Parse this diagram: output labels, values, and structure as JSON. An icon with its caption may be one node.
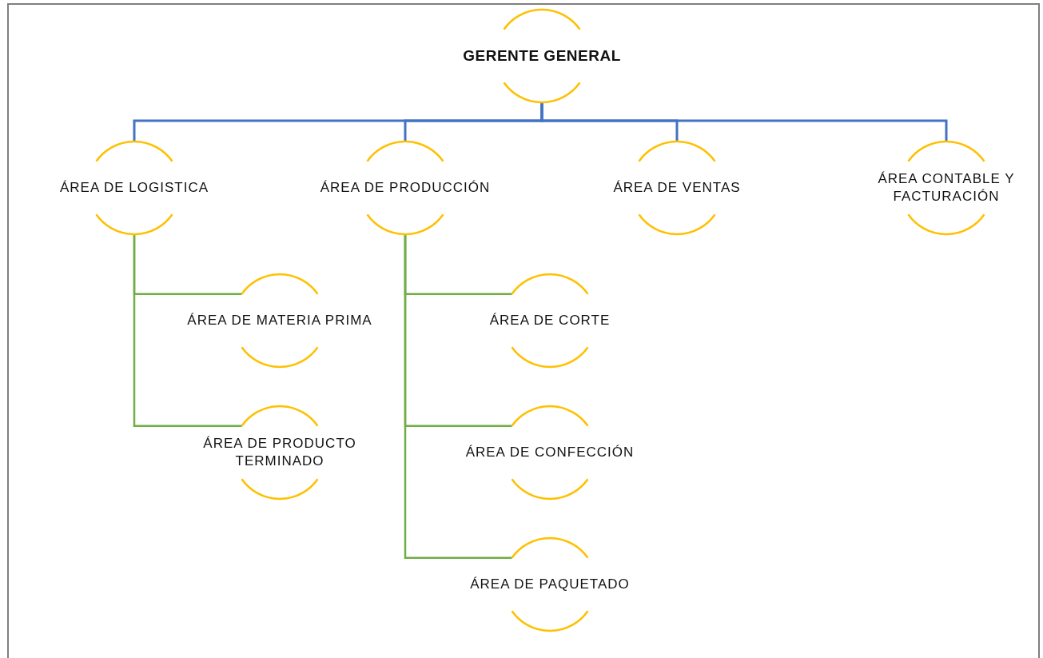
{
  "diagram": {
    "nodes": [
      {
        "text": [
          "GERENTE GENERAL"
        ]
      },
      {
        "text": [
          "ÁREA DE LOGISTICA"
        ]
      },
      {
        "text": [
          "ÁREA DE PRODUCCIÓN"
        ]
      },
      {
        "text": [
          "ÁREA DE VENTAS"
        ]
      },
      {
        "text": [
          "ÁREA CONTABLE Y FACTURACIÓN"
        ]
      },
      {
        "text": [
          "ÁREA DE MATERIA PRIMA"
        ]
      },
      {
        "text": [
          "ÁREA DE PRODUCTO TERMINADO"
        ]
      },
      {
        "text": [
          "ÁREA DE CORTE"
        ]
      },
      {
        "text": [
          "ÁREA DE CONFECCIÓN"
        ]
      },
      {
        "text": [
          "ÁREA DE PAQUETADO"
        ]
      }
    ],
    "edges": [
      {
        "from": 0,
        "to": 1,
        "arrow": "none",
        "color": "#4472c4"
      },
      {
        "from": 0,
        "to": 2,
        "arrow": "none",
        "color": "#4472c4"
      },
      {
        "from": 0,
        "to": 3,
        "arrow": "none",
        "color": "#4472c4"
      },
      {
        "from": 0,
        "to": 4,
        "arrow": "none",
        "color": "#4472c4"
      },
      {
        "from": 1,
        "to": 5,
        "arrow": "none"
      },
      {
        "from": 1,
        "to": 6,
        "arrow": "none"
      },
      {
        "from": 2,
        "to": 7,
        "arrow": "none"
      },
      {
        "from": 2,
        "to": 8,
        "arrow": "none"
      },
      {
        "from": 2,
        "to": 9,
        "arrow": "none"
      }
    ]
  }
}
